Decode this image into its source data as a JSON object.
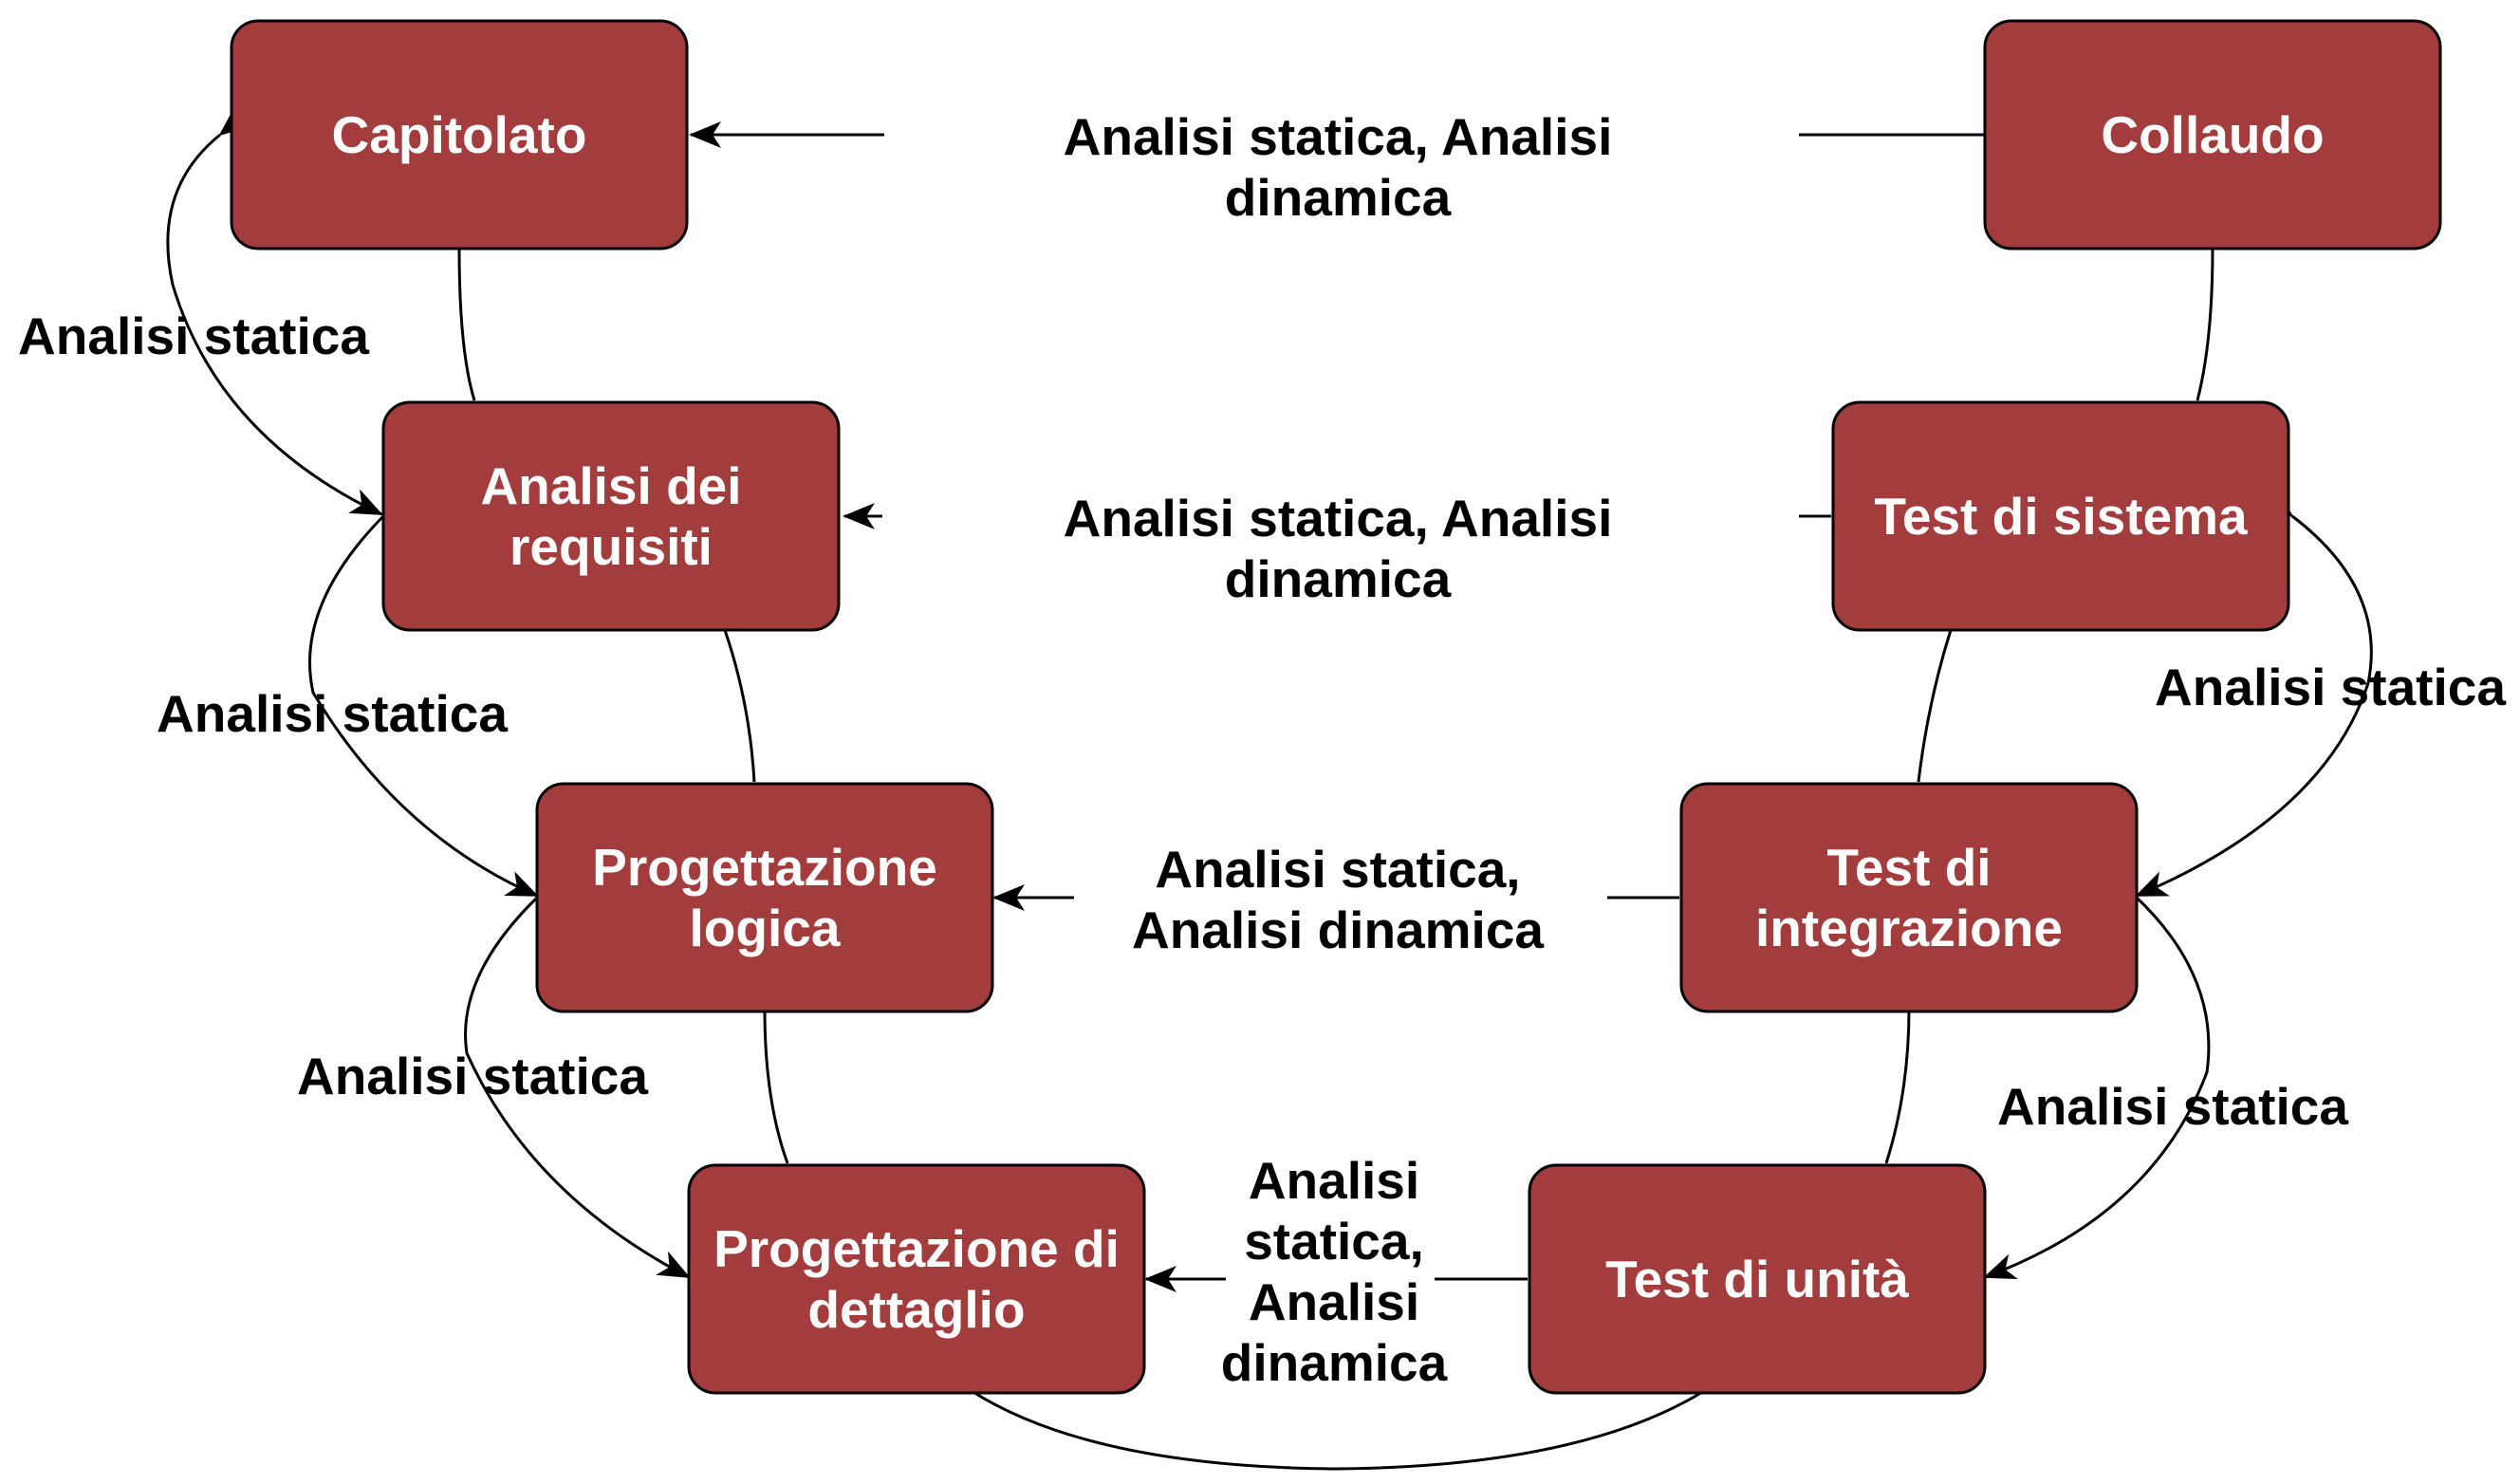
{
  "diagram": {
    "colors": {
      "box_fill": "#a33c3c",
      "box_text": "#ffffff",
      "line": "#000000",
      "label_text": "#000000",
      "background": "#ffffff"
    },
    "stages": {
      "capitolato": [
        "Capitolato"
      ],
      "analisi_requisiti": [
        "Analisi dei",
        "requisiti"
      ],
      "progettazione_logica": [
        "Progettazione",
        "logica"
      ],
      "progettazione_dettaglio": [
        "Progettazione di",
        "dettaglio"
      ],
      "collaudo": [
        "Collaudo"
      ],
      "test_sistema": [
        "Test di sistema"
      ],
      "test_integrazione": [
        "Test di",
        "integrazione"
      ],
      "test_unita": [
        "Test di unità"
      ]
    },
    "verification_labels": {
      "capitolato_to_requisiti": [
        "Analisi statica"
      ],
      "requisiti_to_logica": [
        "Analisi statica"
      ],
      "logica_to_dettaglio": [
        "Analisi statica"
      ],
      "sistema_to_integrazione": [
        "Analisi statica"
      ],
      "integrazione_to_unita": [
        "Analisi statica"
      ]
    },
    "validation_labels": {
      "collaudo_to_capitolato": [
        "Analisi statica, Analisi",
        "dinamica"
      ],
      "sistema_to_requisiti": [
        "Analisi statica, Analisi",
        "dinamica"
      ],
      "integrazione_to_logica": [
        "Analisi statica,",
        "Analisi dinamica"
      ],
      "unita_to_dettaglio": [
        "Analisi",
        "statica,",
        "Analisi",
        "dinamica"
      ]
    }
  }
}
